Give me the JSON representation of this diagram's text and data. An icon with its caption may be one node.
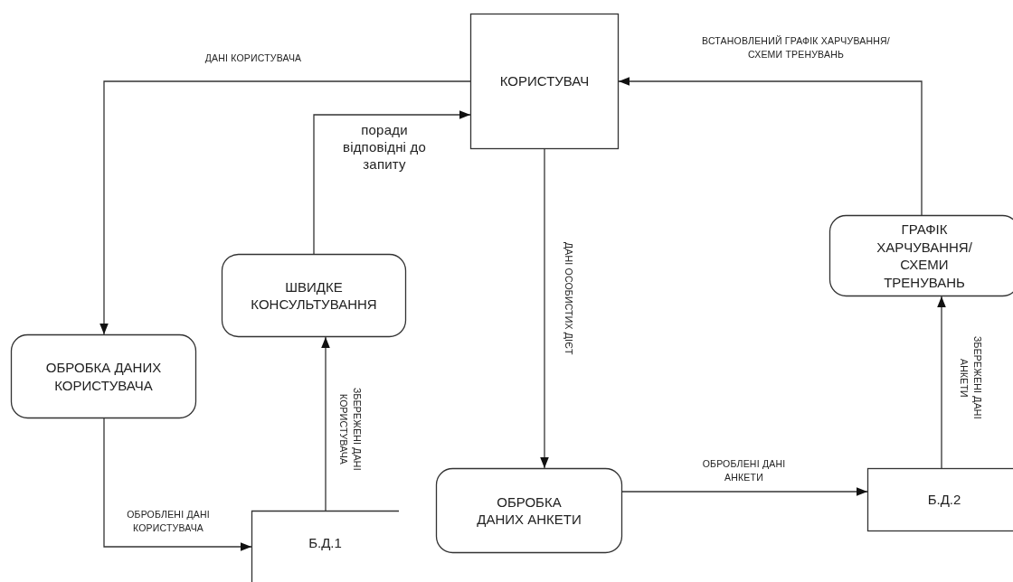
{
  "diagram": {
    "nodes": [
      {
        "text": [
          "КОРИСТУВАЧ"
        ]
      },
      {
        "text": [
          "ШВИДКЕ КОНСУЛЬТУВАННЯ"
        ]
      },
      {
        "text": [
          "ОБРОБКА ДАНИХ КОРИСТУВАЧА"
        ]
      },
      {
        "text": [
          "ОБРОБКА ДАНИХ АНКЕТИ"
        ]
      },
      {
        "text": [
          "Б.Д.1"
        ]
      },
      {
        "text": [
          "Б.Д.2"
        ]
      },
      {
        "text": [
          "ГРАФІК ХАРЧУВАННЯ/ СХЕМИ ТРЕНУВАНЬ"
        ]
      }
    ],
    "edges": [
      {
        "from": 0,
        "to": 2,
        "arrow": "to",
        "label": "ДАНІ КОРИСТУВАЧА"
      },
      {
        "from": 1,
        "to": 0,
        "arrow": "to",
        "label": "поради відповідні до запиту"
      },
      {
        "from": 2,
        "to": 4,
        "arrow": "to",
        "label": "ОБРОБЛЕНІ ДАНІ КОРИСТУВАЧА"
      },
      {
        "from": 4,
        "to": 1,
        "arrow": "to",
        "label": "ЗБЕРЕЖЕНІ ДАНІ КОРИСТУВАЧА"
      },
      {
        "from": 0,
        "to": 3,
        "arrow": "to",
        "label": "ДАНІ ОСОБИСТИХ ДІЄТ"
      },
      {
        "from": 3,
        "to": 5,
        "arrow": "to",
        "label": "ОБРОБЛЕНІ ДАНІ АНКЕТИ"
      },
      {
        "from": 5,
        "to": 6,
        "arrow": "to",
        "label": "ЗБЕРЕЖЕНІ ДАНІ АНКЕТИ"
      },
      {
        "from": 6,
        "to": 0,
        "arrow": "to",
        "label": "ВСТАНОВЛЕНИЙ ГРАФІК ХАРЧУВАННЯ/ СХЕМИ ТРЕНУВАНЬ"
      }
    ]
  }
}
